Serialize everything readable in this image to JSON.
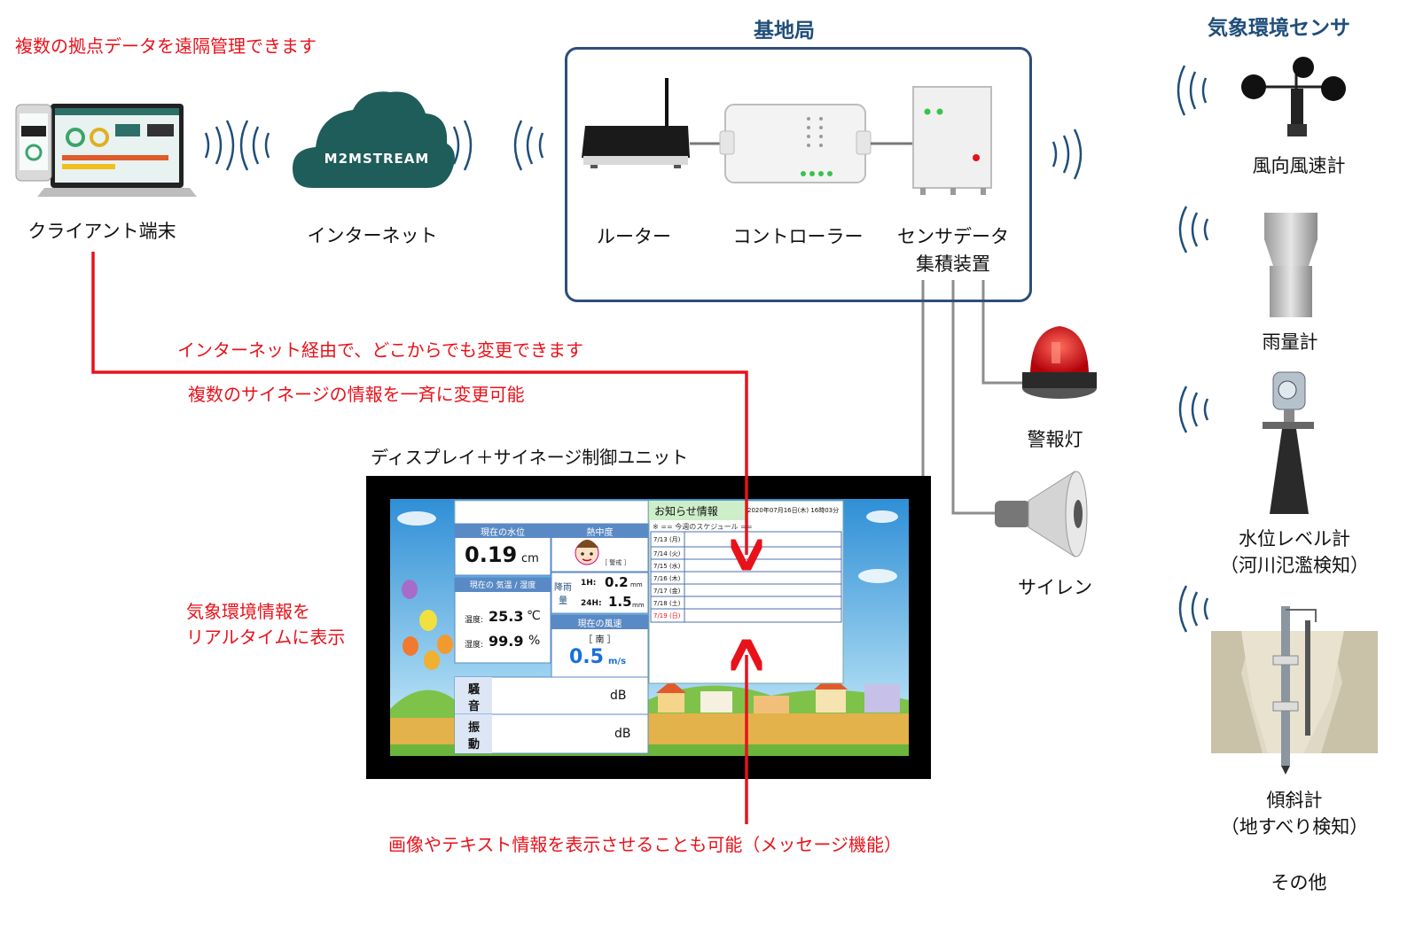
{
  "top_left_note": "複数の拠点データを遠隔管理できます",
  "client": {
    "label": "クライアント端末"
  },
  "internet": {
    "label": "インターネット",
    "cloud_text": "M2MSTREAM"
  },
  "base_station": {
    "title": "基地局",
    "router_label": "ルーター",
    "controller_label": "コントローラー",
    "collector_label_line1": "センサデータ",
    "collector_label_line2": "集積装置"
  },
  "sensors": {
    "title": "気象環境センサ",
    "anemometer": "風向風速計",
    "rain_gauge": "雨量計",
    "water_level_line1": "水位レベル計",
    "water_level_line2": "（河川氾濫検知）",
    "inclinometer_line1": "傾斜計",
    "inclinometer_line2": "（地すべり検知）",
    "other": "その他"
  },
  "warning_light": "警報灯",
  "siren": "サイレン",
  "notes": {
    "change_anywhere": "インターネット経由で、どこからでも変更できます",
    "change_all": "複数のサイネージの情報を一斉に変更可能",
    "weather_info_line1": "気象環境情報を",
    "weather_info_line2": "リアルタイムに表示",
    "message_feature": "画像やテキスト情報を表示させることも可能（メッセージ機能）"
  },
  "display": {
    "label": "ディスプレイ＋サイネージ制御ユニット",
    "water_level_title": "現在の水位",
    "water_level_value": "0.19",
    "water_level_unit": "cm",
    "heatstroke_title": "熱中度",
    "heatstroke_level": "［ 警戒 ］",
    "temp_humidity_title": "現在の 気温 / 湿度",
    "temp_label": "温度:",
    "temp_value": "25.3",
    "temp_unit": "℃",
    "humidity_label": "湿度:",
    "humidity_value": "99.9",
    "humidity_unit": "%",
    "rain_label_1": "降雨",
    "rain_label_2": "量",
    "rain_1h_label": "1H:",
    "rain_1h_value": "0.2",
    "rain_24h_label": "24H:",
    "rain_24h_value": "1.5",
    "rain_unit": "mm",
    "wind_title": "現在の風速",
    "wind_dir": "［ 南 ］",
    "wind_value": "0.5",
    "wind_unit": "m/s",
    "noise_label_1": "騒",
    "noise_label_2": "音",
    "noise_unit": "dB",
    "vibration_label_1": "振",
    "vibration_label_2": "動",
    "vibration_unit": "dB",
    "notice_title": "お知らせ情報",
    "notice_datetime": "2020年07月16日(木) 16時03分",
    "schedule_header": "※ == 今週のスケジュール ==",
    "schedule_dates": [
      "7/13 (月)",
      "7/14 (火)",
      "7/15 (水)",
      "7/16 (木)",
      "7/17 (金)",
      "7/18 (土)",
      "7/19 (日)"
    ]
  },
  "colors": {
    "accent_red": "#e8121b",
    "title_blue": "#1f4e79",
    "cloud": "#1e5d5a"
  }
}
